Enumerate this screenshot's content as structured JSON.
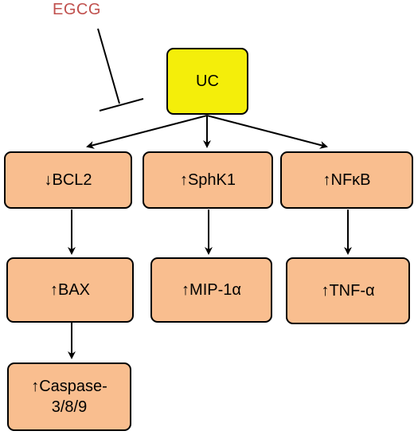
{
  "inhibitor": {
    "label": "EGCG",
    "color": "#c0504d"
  },
  "nodes": {
    "uc": {
      "label": "UC",
      "fill": "#f4ee0a"
    },
    "bcl2": {
      "label": "↓BCL2",
      "fill": "#f9be8f"
    },
    "sphk1": {
      "label": "↑SphK1",
      "fill": "#f9be8f"
    },
    "nfkb": {
      "label": "↑NFκB",
      "fill": "#f9be8f"
    },
    "bax": {
      "label": "↑BAX",
      "fill": "#f9be8f"
    },
    "mip1a": {
      "label": "↑MIP-1α",
      "fill": "#f9be8f"
    },
    "tnfa": {
      "label": "↑TNF-α",
      "fill": "#f9be8f"
    },
    "caspase": {
      "line1": "↑Caspase-",
      "line2": "3/8/9",
      "fill": "#f9be8f"
    }
  },
  "edges": [
    {
      "from": "UC",
      "to": "↓BCL2",
      "type": "activation"
    },
    {
      "from": "UC",
      "to": "↑SphK1",
      "type": "activation"
    },
    {
      "from": "UC",
      "to": "↑NFκB",
      "type": "activation"
    },
    {
      "from": "↓BCL2",
      "to": "↑BAX",
      "type": "activation"
    },
    {
      "from": "↑BAX",
      "to": "↑Caspase-3/8/9",
      "type": "activation"
    },
    {
      "from": "↑SphK1",
      "to": "↑MIP-1α",
      "type": "activation"
    },
    {
      "from": "↑NFκB",
      "to": "↑TNF-α",
      "type": "activation"
    },
    {
      "from": "EGCG",
      "to": "UC",
      "type": "inhibition"
    }
  ]
}
